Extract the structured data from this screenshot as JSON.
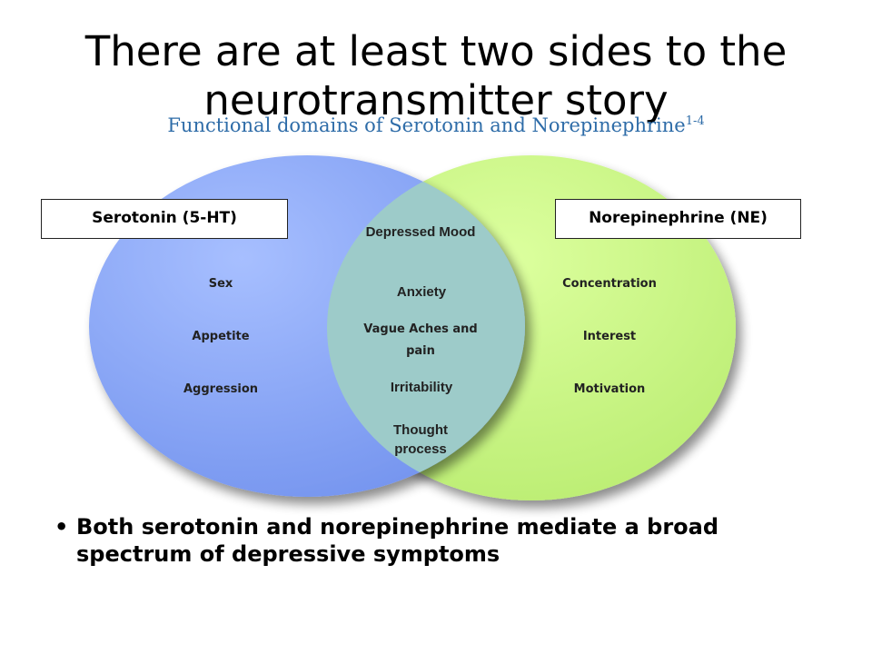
{
  "title": "There are at least two sides to the neurotransmitter story",
  "subtitle": {
    "text": "Functional domains of Serotonin and Norepinephrine",
    "superscript": "1-4"
  },
  "venn": {
    "left": {
      "label": "Serotonin (5-HT)",
      "color": "#7F9FF0",
      "items": [
        "Sex",
        "Appetite",
        "Aggression"
      ]
    },
    "right": {
      "label": "Norepinephrine (NE)",
      "color": "#C2F07E",
      "items": [
        "Concentration",
        "Interest",
        "Motivation"
      ]
    },
    "overlap": {
      "color": "#9DCBC9",
      "items": [
        "Depressed Mood",
        "Anxiety",
        "Vague Aches and pain",
        "Irritability",
        "Thought process"
      ]
    }
  },
  "bullet": "Both serotonin and norepinephrine mediate a broad spectrum of depressive symptoms"
}
